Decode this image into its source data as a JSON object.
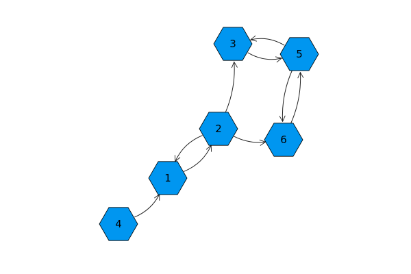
{
  "graph": {
    "node_color": "#0096f0",
    "edge_color": "#222222",
    "nodes": [
      {
        "id": "1",
        "label": "1"
      },
      {
        "id": "2",
        "label": "2"
      },
      {
        "id": "3",
        "label": "3"
      },
      {
        "id": "4",
        "label": "4"
      },
      {
        "id": "5",
        "label": "5"
      },
      {
        "id": "6",
        "label": "6"
      }
    ],
    "edges": [
      {
        "from": "4",
        "to": "1"
      },
      {
        "from": "1",
        "to": "2"
      },
      {
        "from": "2",
        "to": "1"
      },
      {
        "from": "2",
        "to": "3"
      },
      {
        "from": "2",
        "to": "6"
      },
      {
        "from": "3",
        "to": "5"
      },
      {
        "from": "5",
        "to": "3"
      },
      {
        "from": "5",
        "to": "6"
      },
      {
        "from": "6",
        "to": "5"
      }
    ]
  }
}
